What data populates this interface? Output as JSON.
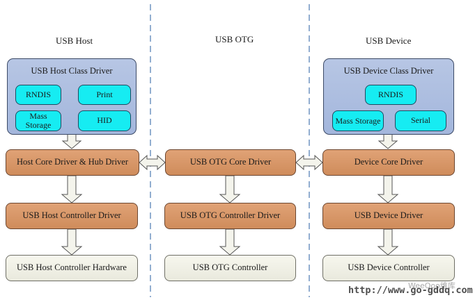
{
  "columns": {
    "host": {
      "title": "USB Host",
      "class_driver": {
        "title": "USB Host Class Driver",
        "items": [
          "RNDIS",
          "Print",
          "Mass Storage",
          "HID"
        ]
      },
      "core_driver": "Host Core Driver & Hub Driver",
      "controller_driver": "USB Host Controller Driver",
      "hardware": "USB Host Controller Hardware"
    },
    "otg": {
      "title": "USB OTG",
      "core_driver": "USB OTG Core Driver",
      "controller_driver": "USB OTG Controller Driver",
      "hardware": "USB OTG Controller"
    },
    "device": {
      "title": "USB Device",
      "class_driver": {
        "title": "USB Device Class Driver",
        "items": [
          "RNDIS",
          "Mass Storage",
          "Serial"
        ]
      },
      "core_driver": "Device Core Driver",
      "controller_driver": "USB Device Driver",
      "hardware": "USB Device Controller"
    }
  },
  "watermark": {
    "url": "http://www.go-gddq.com",
    "logo": "WeeQoo维库"
  },
  "colors": {
    "class_panel": "#a9bbdf",
    "class_item": "#16ecf2",
    "driver_box": "#d9976a",
    "hardware_box": "#f2f2e8",
    "arrow_fill": "#f4f4ec",
    "divider": "#4a78b0"
  }
}
